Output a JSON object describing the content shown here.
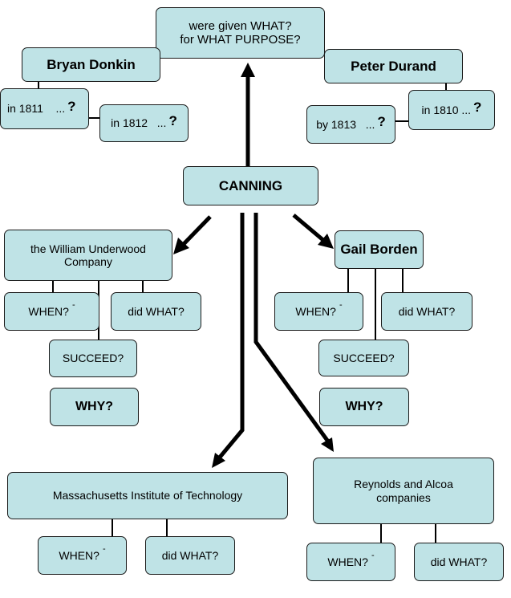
{
  "root": {
    "label": "CANNING"
  },
  "top": {
    "question": "were given WHAT?\nfor WHAT PURPOSE?"
  },
  "bryan_donkin": {
    "name": "Bryan Donkin",
    "date1": {
      "text": "in 1811    ...",
      "mark": "?"
    },
    "date2": {
      "text": "in 1812   ...",
      "mark": "?"
    }
  },
  "peter_durand": {
    "name": "Peter Durand",
    "date1": {
      "text": "in 1810 ...",
      "mark": "?"
    },
    "date2": {
      "text": "by 1813   ...",
      "mark": "?"
    }
  },
  "underwood": {
    "name": "the William Underwood\nCompany",
    "when": "WHEN?",
    "when_tick": "-",
    "what": "did WHAT?",
    "succeed": "SUCCEED?",
    "why": "WHY?"
  },
  "borden": {
    "name": "Gail Borden",
    "when": "WHEN?",
    "when_tick": "-",
    "what": "did WHAT?",
    "succeed": "SUCCEED?",
    "why": "WHY?"
  },
  "mit": {
    "name": "Massachusetts Institute of Technology",
    "when": "WHEN?",
    "when_tick": "-",
    "what": "did WHAT?"
  },
  "reynolds": {
    "name": "Reynolds and Alcoa\ncompanies",
    "when": "WHEN?",
    "when_tick": "-",
    "what": "did WHAT?"
  },
  "colors": {
    "node_fill": "#bfe3e6",
    "node_border": "#1a1a1a",
    "line": "#000000"
  }
}
